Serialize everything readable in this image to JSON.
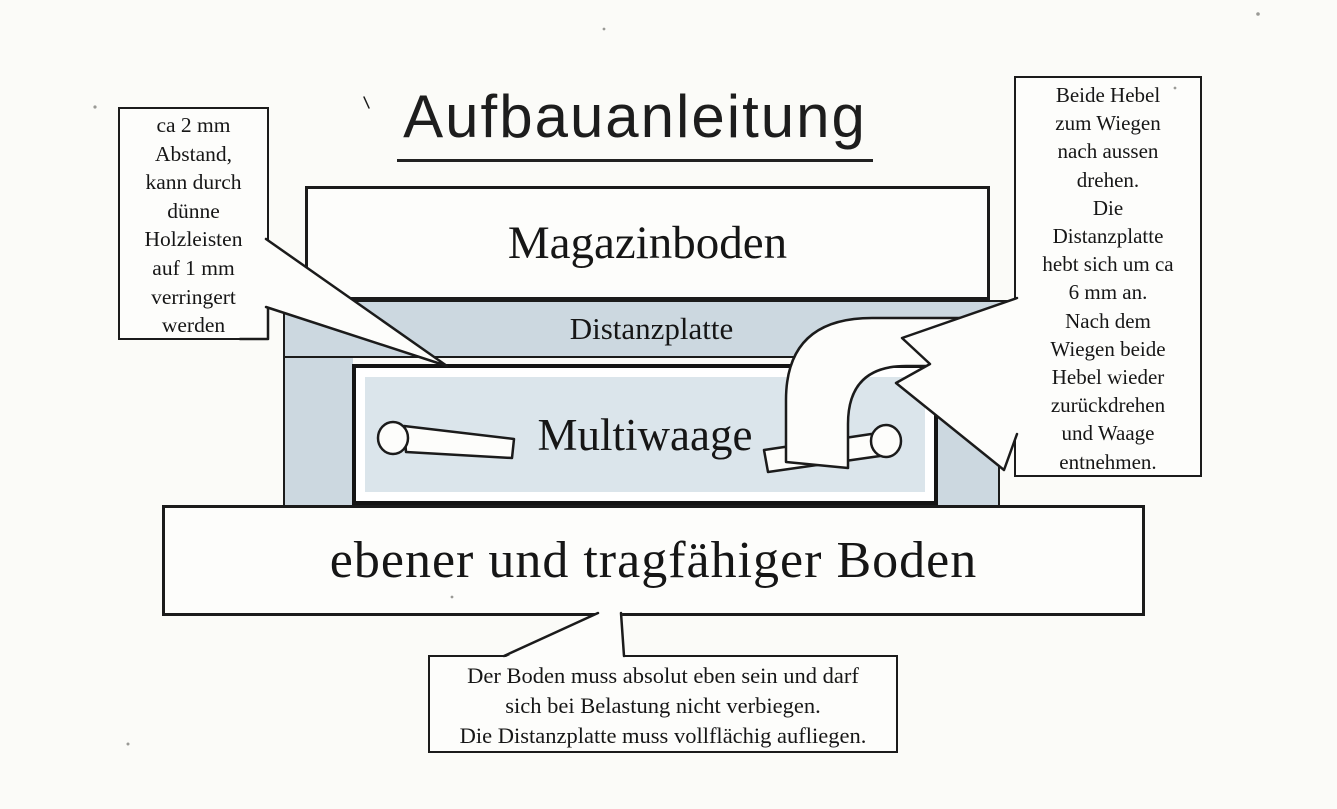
{
  "title": "Aufbauanleitung",
  "diagram": {
    "magazinboden": "Magazinboden",
    "distanzplatte": "Distanzplatte",
    "multiwaage": "Multiwaage",
    "boden": "ebener und tragfähiger Boden"
  },
  "callouts": {
    "left": "ca 2 mm\nAbstand,\nkann durch\ndünne\nHolzleisten\nauf 1 mm\nverringert\nwerden",
    "right": "Beide Hebel\nzum Wiegen\nnach aussen\ndrehen.\nDie\nDistanzplatte\nhebt sich um ca\n6 mm an.\nNach dem\nWiegen beide\nHebel wieder\nzurückdrehen\nund Waage\nentnehmen.",
    "bottom": "Der Boden muss absolut eben sein und darf\nsich bei Belastung nicht verbiegen.\nDie Distanzplatte muss vollflächig aufliegen."
  },
  "colors": {
    "panel_blue": "#ccd8e0",
    "inner_blue": "#dbe5eb",
    "line": "#1b1b1b",
    "paper": "#fbfbf8"
  }
}
